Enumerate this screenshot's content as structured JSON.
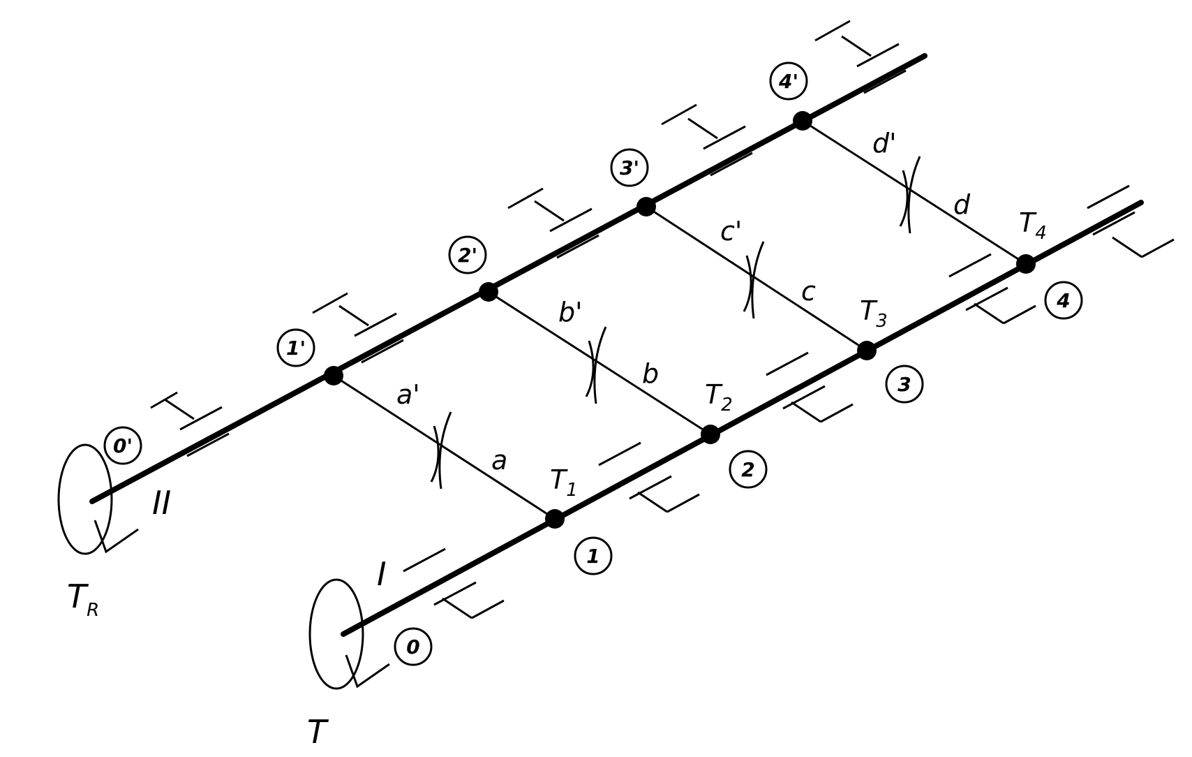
{
  "shafts": {
    "front": {
      "name": "I",
      "torque": "T"
    },
    "back": {
      "name": "II",
      "torque_base": "T",
      "torque_sub": "R"
    }
  },
  "front_nodes": [
    {
      "label": "0"
    },
    {
      "label": "1",
      "torque_base": "T",
      "torque_sub": "1"
    },
    {
      "label": "2",
      "torque_base": "T",
      "torque_sub": "2"
    },
    {
      "label": "3",
      "torque_base": "T",
      "torque_sub": "3"
    },
    {
      "label": "4",
      "torque_base": "T",
      "torque_sub": "4"
    }
  ],
  "back_nodes": [
    {
      "label": "0'"
    },
    {
      "label": "1'"
    },
    {
      "label": "2'"
    },
    {
      "label": "3'"
    },
    {
      "label": "4'"
    }
  ],
  "connectors": [
    {
      "back_label": "a'",
      "front_label": "a"
    },
    {
      "back_label": "b'",
      "front_label": "b"
    },
    {
      "back_label": "c'",
      "front_label": "c"
    },
    {
      "back_label": "d'",
      "front_label": "d"
    }
  ]
}
